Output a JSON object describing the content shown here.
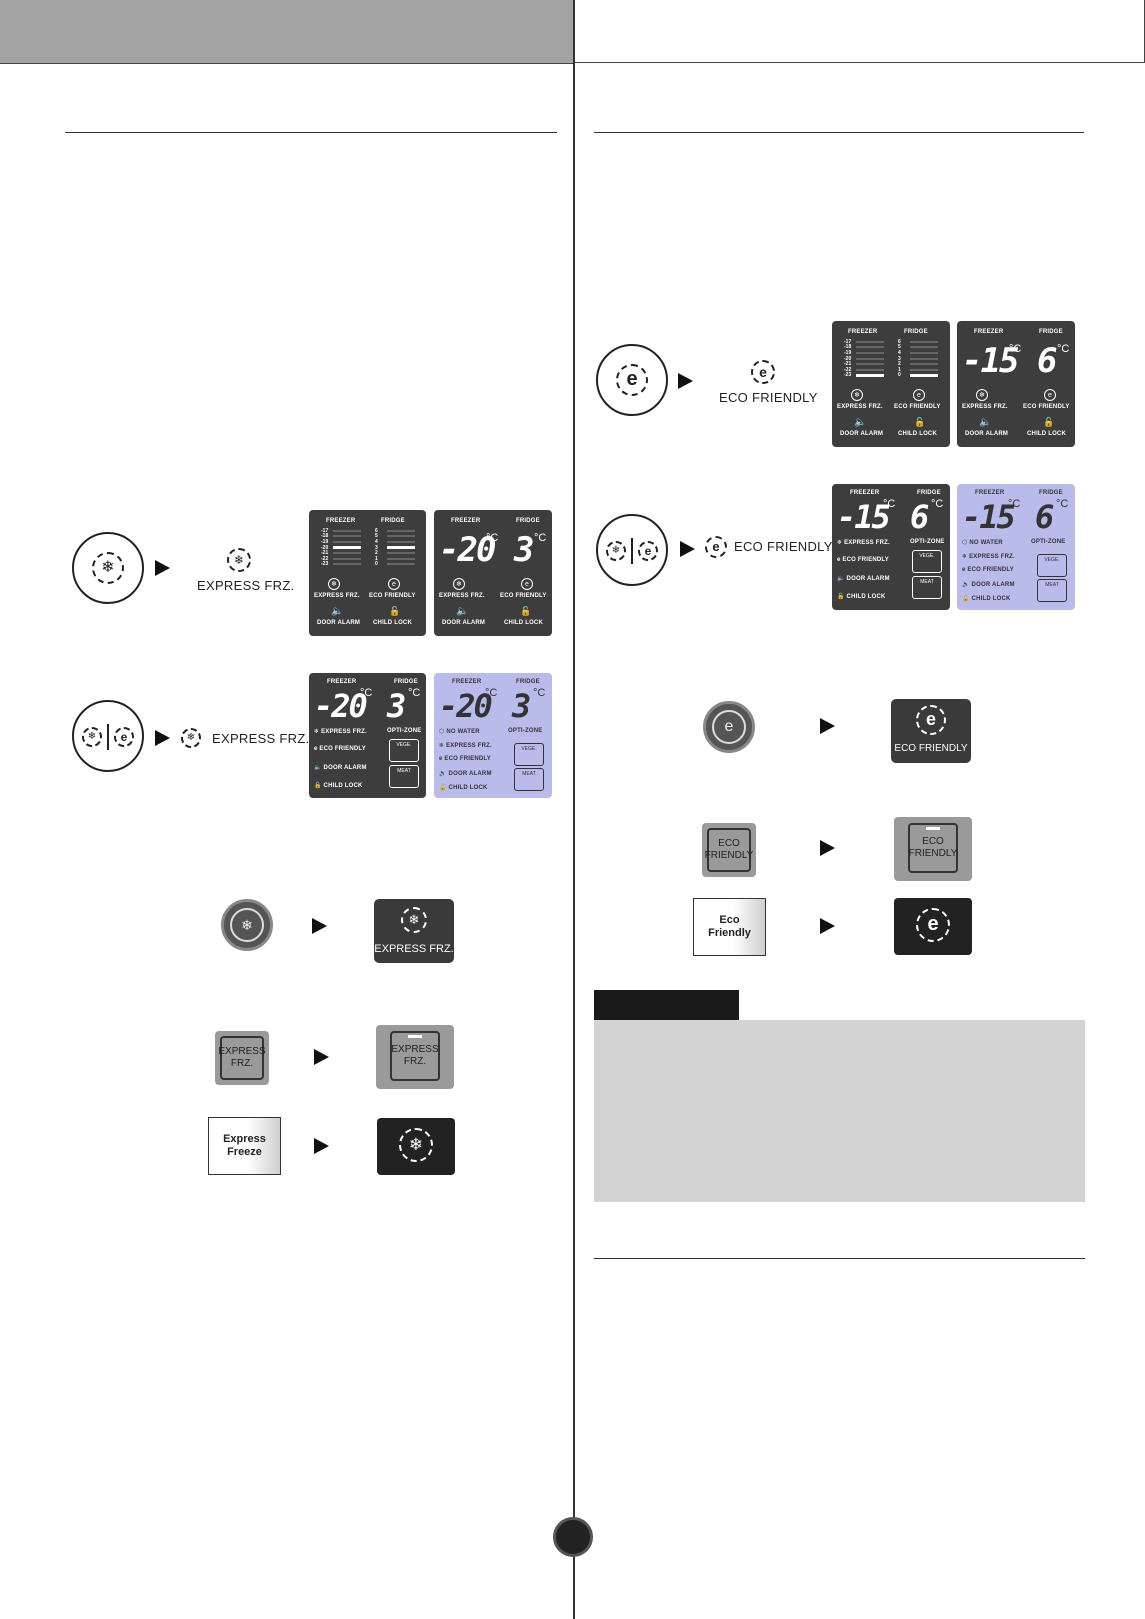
{
  "colors": {
    "header_grey": "#a3a3a3",
    "panel_dark": "#3d3d3d",
    "panel_blue": "#b9bbea",
    "note_box": "#d3d3d3"
  },
  "freezer_labels": {
    "freezer": "FREEZER",
    "fridge": "FRIDGE",
    "express_frz": "EXPRESS FRZ.",
    "eco_friendly": "ECO FRIENDLY",
    "door_alarm": "DOOR ALARM",
    "child_lock": "CHILD LOCK",
    "opti_zone": "OPTI-ZONE",
    "no_water": "NO WATER",
    "vege": "VEGE.",
    "meat": "MEAT",
    "deg": "°C"
  },
  "scale": {
    "freezer_a": [
      "-17",
      "-18",
      "-19",
      "-20",
      "-21",
      "-22",
      "-23"
    ],
    "fridge_a": [
      "6",
      "5",
      "4",
      "3",
      "2",
      "1",
      "0"
    ]
  },
  "left": {
    "express_label_1": "EXPRESS FRZ.",
    "express_label_2": "EXPRESS FRZ.",
    "freezer_temp": "-20",
    "fridge_temp": "3",
    "dark_button_label": "EXPRESS FRZ.",
    "grey_button_label_1": "EXPRESS",
    "grey_button_label_2": "FRZ.",
    "silver_button_label_1": "Express",
    "silver_button_label_2": "Freeze"
  },
  "right": {
    "eco_label_1": "ECO FRIENDLY",
    "eco_label_2": "ECO FRIENDLY",
    "freezer_temp": "-15",
    "fridge_temp": "6",
    "dark_button_label": "ECO FRIENDLY",
    "grey_button_label_1": "ECO",
    "grey_button_label_2": "FRIENDLY",
    "silver_button_label_1": "Eco",
    "silver_button_label_2": "Friendly"
  },
  "icons": {
    "express": "snowflake-icon",
    "eco": "eco-leaf-icon",
    "door_alarm": "speaker-icon",
    "child_lock": "lock-icon",
    "arrow": "play-arrow-icon"
  }
}
